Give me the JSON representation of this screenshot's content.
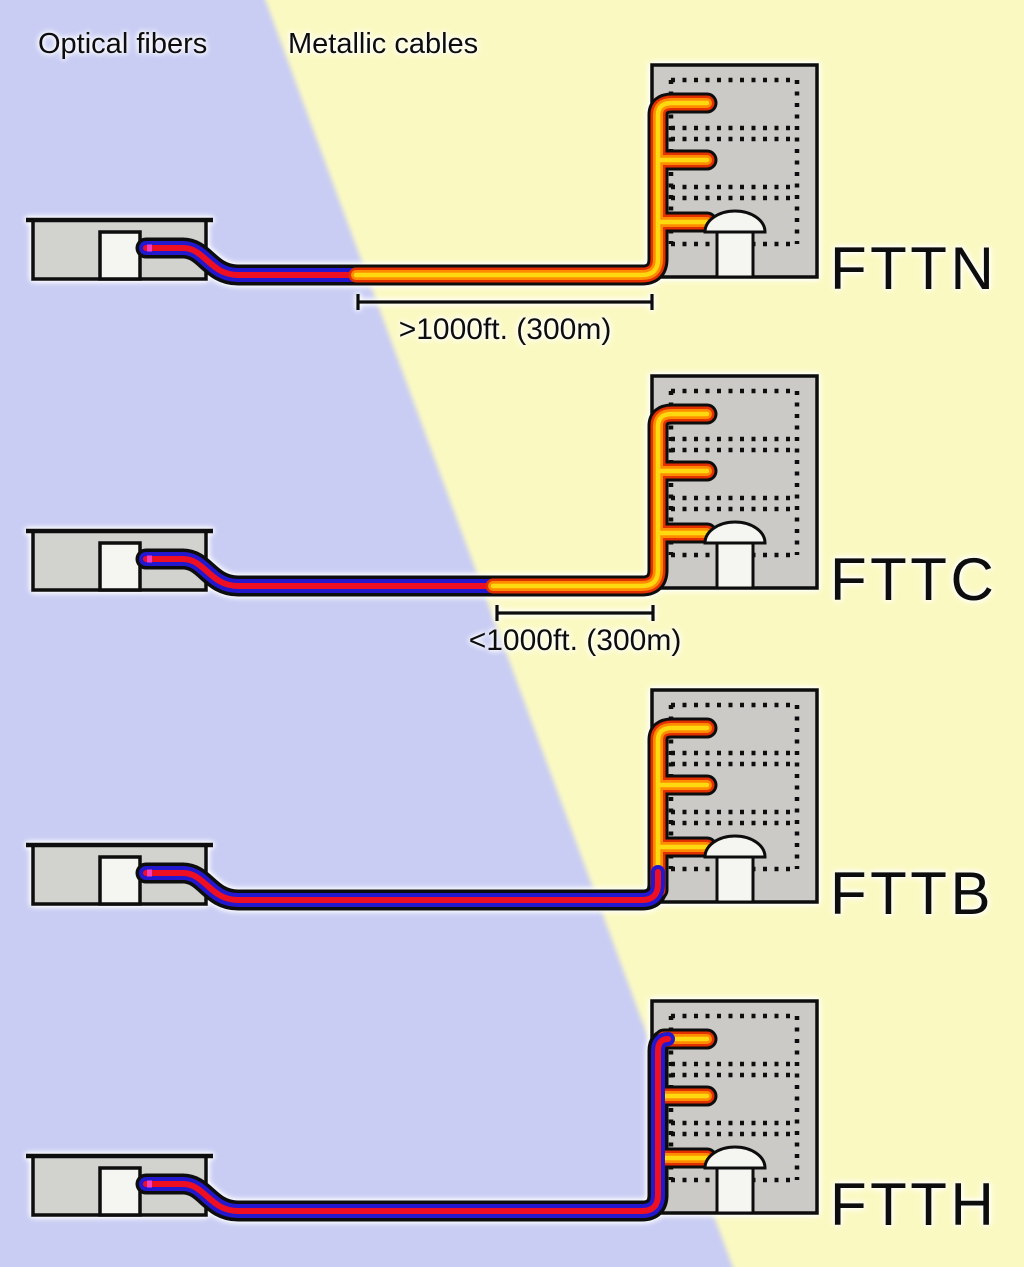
{
  "header": {
    "left_region_label": "Optical fibers",
    "right_region_label": "Metallic cables"
  },
  "rows": [
    {
      "label": "FTTN",
      "distance": ">1000ft. (300m)"
    },
    {
      "label": "FTTC",
      "distance": "<1000ft. (300m)"
    },
    {
      "label": "FTTB"
    },
    {
      "label": "FTTH"
    }
  ],
  "colors": {
    "background_optical": "#c9cdf3",
    "background_metallic": "#fbf9c2",
    "fiber_outer": "#2318cd",
    "fiber_core": "#ee1022",
    "fiber_tip": "#f23cc3",
    "copper_outer": "#e23000",
    "copper_mid": "#ff8c00",
    "copper_core": "#ffd90f",
    "building_fill": "#cbcac7",
    "office_fill": "#d2d2ce",
    "door_fill": "#f5f5f2",
    "outline": "#0d0d0d",
    "text": "#0d0d0d"
  }
}
